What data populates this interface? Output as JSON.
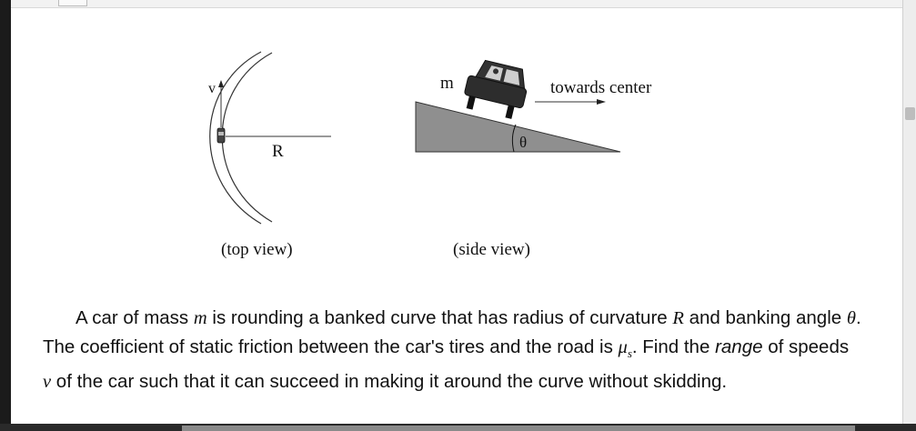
{
  "figure": {
    "top_view": {
      "velocity_label": "v",
      "radius_label": "R",
      "caption": "(top view)"
    },
    "side_view": {
      "mass_label": "m",
      "direction_label": "towards center",
      "angle_label": "θ",
      "caption": "(side view)"
    }
  },
  "problem": {
    "t1": "A car of mass ",
    "m": "m",
    "t2": " is rounding a banked curve that has radius of curvature ",
    "R": "R",
    "t3": " and banking angle ",
    "theta": "θ",
    "t4": ". The coefficient of static friction between the car's tires and the road is ",
    "mu": "μ",
    "mu_sub": "s",
    "t5": ". Find the ",
    "range": "range",
    "t6": " of speeds ",
    "v": "v",
    "t7": " of the car such that it can succeed in making it around the curve without skidding."
  }
}
